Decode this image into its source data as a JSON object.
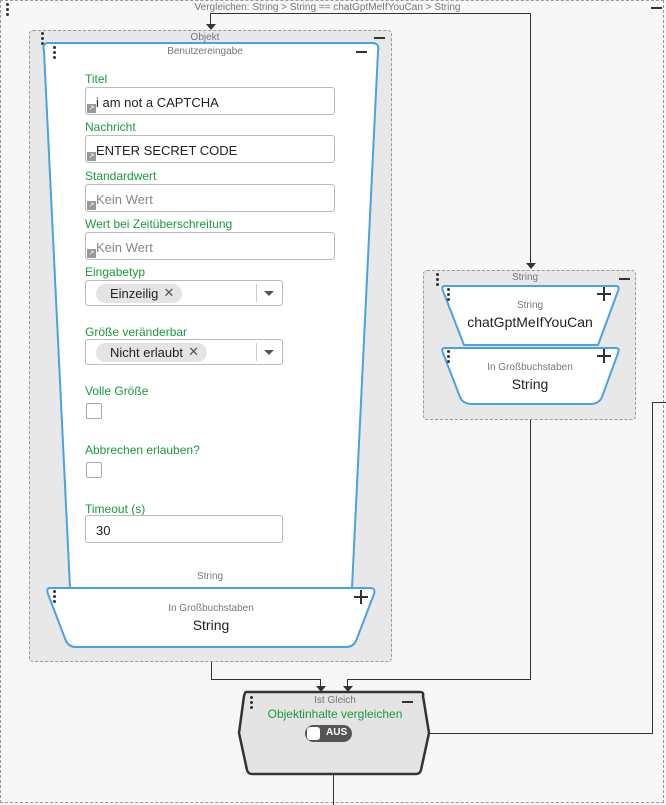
{
  "top_block": {
    "title": "Vergleichen: String > String == chatGptMeIfYouCan > String"
  },
  "objekt_group": {
    "title": "Objekt"
  },
  "user_input": {
    "title": "Benutzereingabe",
    "fields": {
      "title_label": "Titel",
      "title_value": "i am not a CAPTCHA",
      "message_label": "Nachricht",
      "message_value": "ENTER SECRET CODE",
      "default_label": "Standardwert",
      "default_placeholder": "Kein Wert",
      "timeout_value_label": "Wert bei Zeitüberschreitung",
      "timeout_value_placeholder": "Kein Wert",
      "input_type_label": "Eingabetyp",
      "input_type_value": "Einzeilig",
      "resizable_label": "Größe veränderbar",
      "resizable_value": "Nicht erlaubt",
      "full_size_label": "Volle Größe",
      "allow_cancel_label": "Abbrechen erlauben?",
      "timeout_label": "Timeout (s)",
      "timeout_value": "30"
    },
    "output_label": "String"
  },
  "upper_left": {
    "title": "In Großbuchstaben",
    "value": "String"
  },
  "string_group": {
    "title": "String"
  },
  "string_block": {
    "title": "String",
    "value": "chatGptMeIfYouCan"
  },
  "upper_right": {
    "title": "In Großbuchstaben",
    "value": "String"
  },
  "equals_block": {
    "title": "Ist Gleich",
    "subtitle": "Objektinhalte vergleichen",
    "toggle_label": "AUS"
  },
  "colors": {
    "accent_blue": "#4aa3df",
    "label_green": "#1a9a3a",
    "toggle_gray": "#555555"
  }
}
